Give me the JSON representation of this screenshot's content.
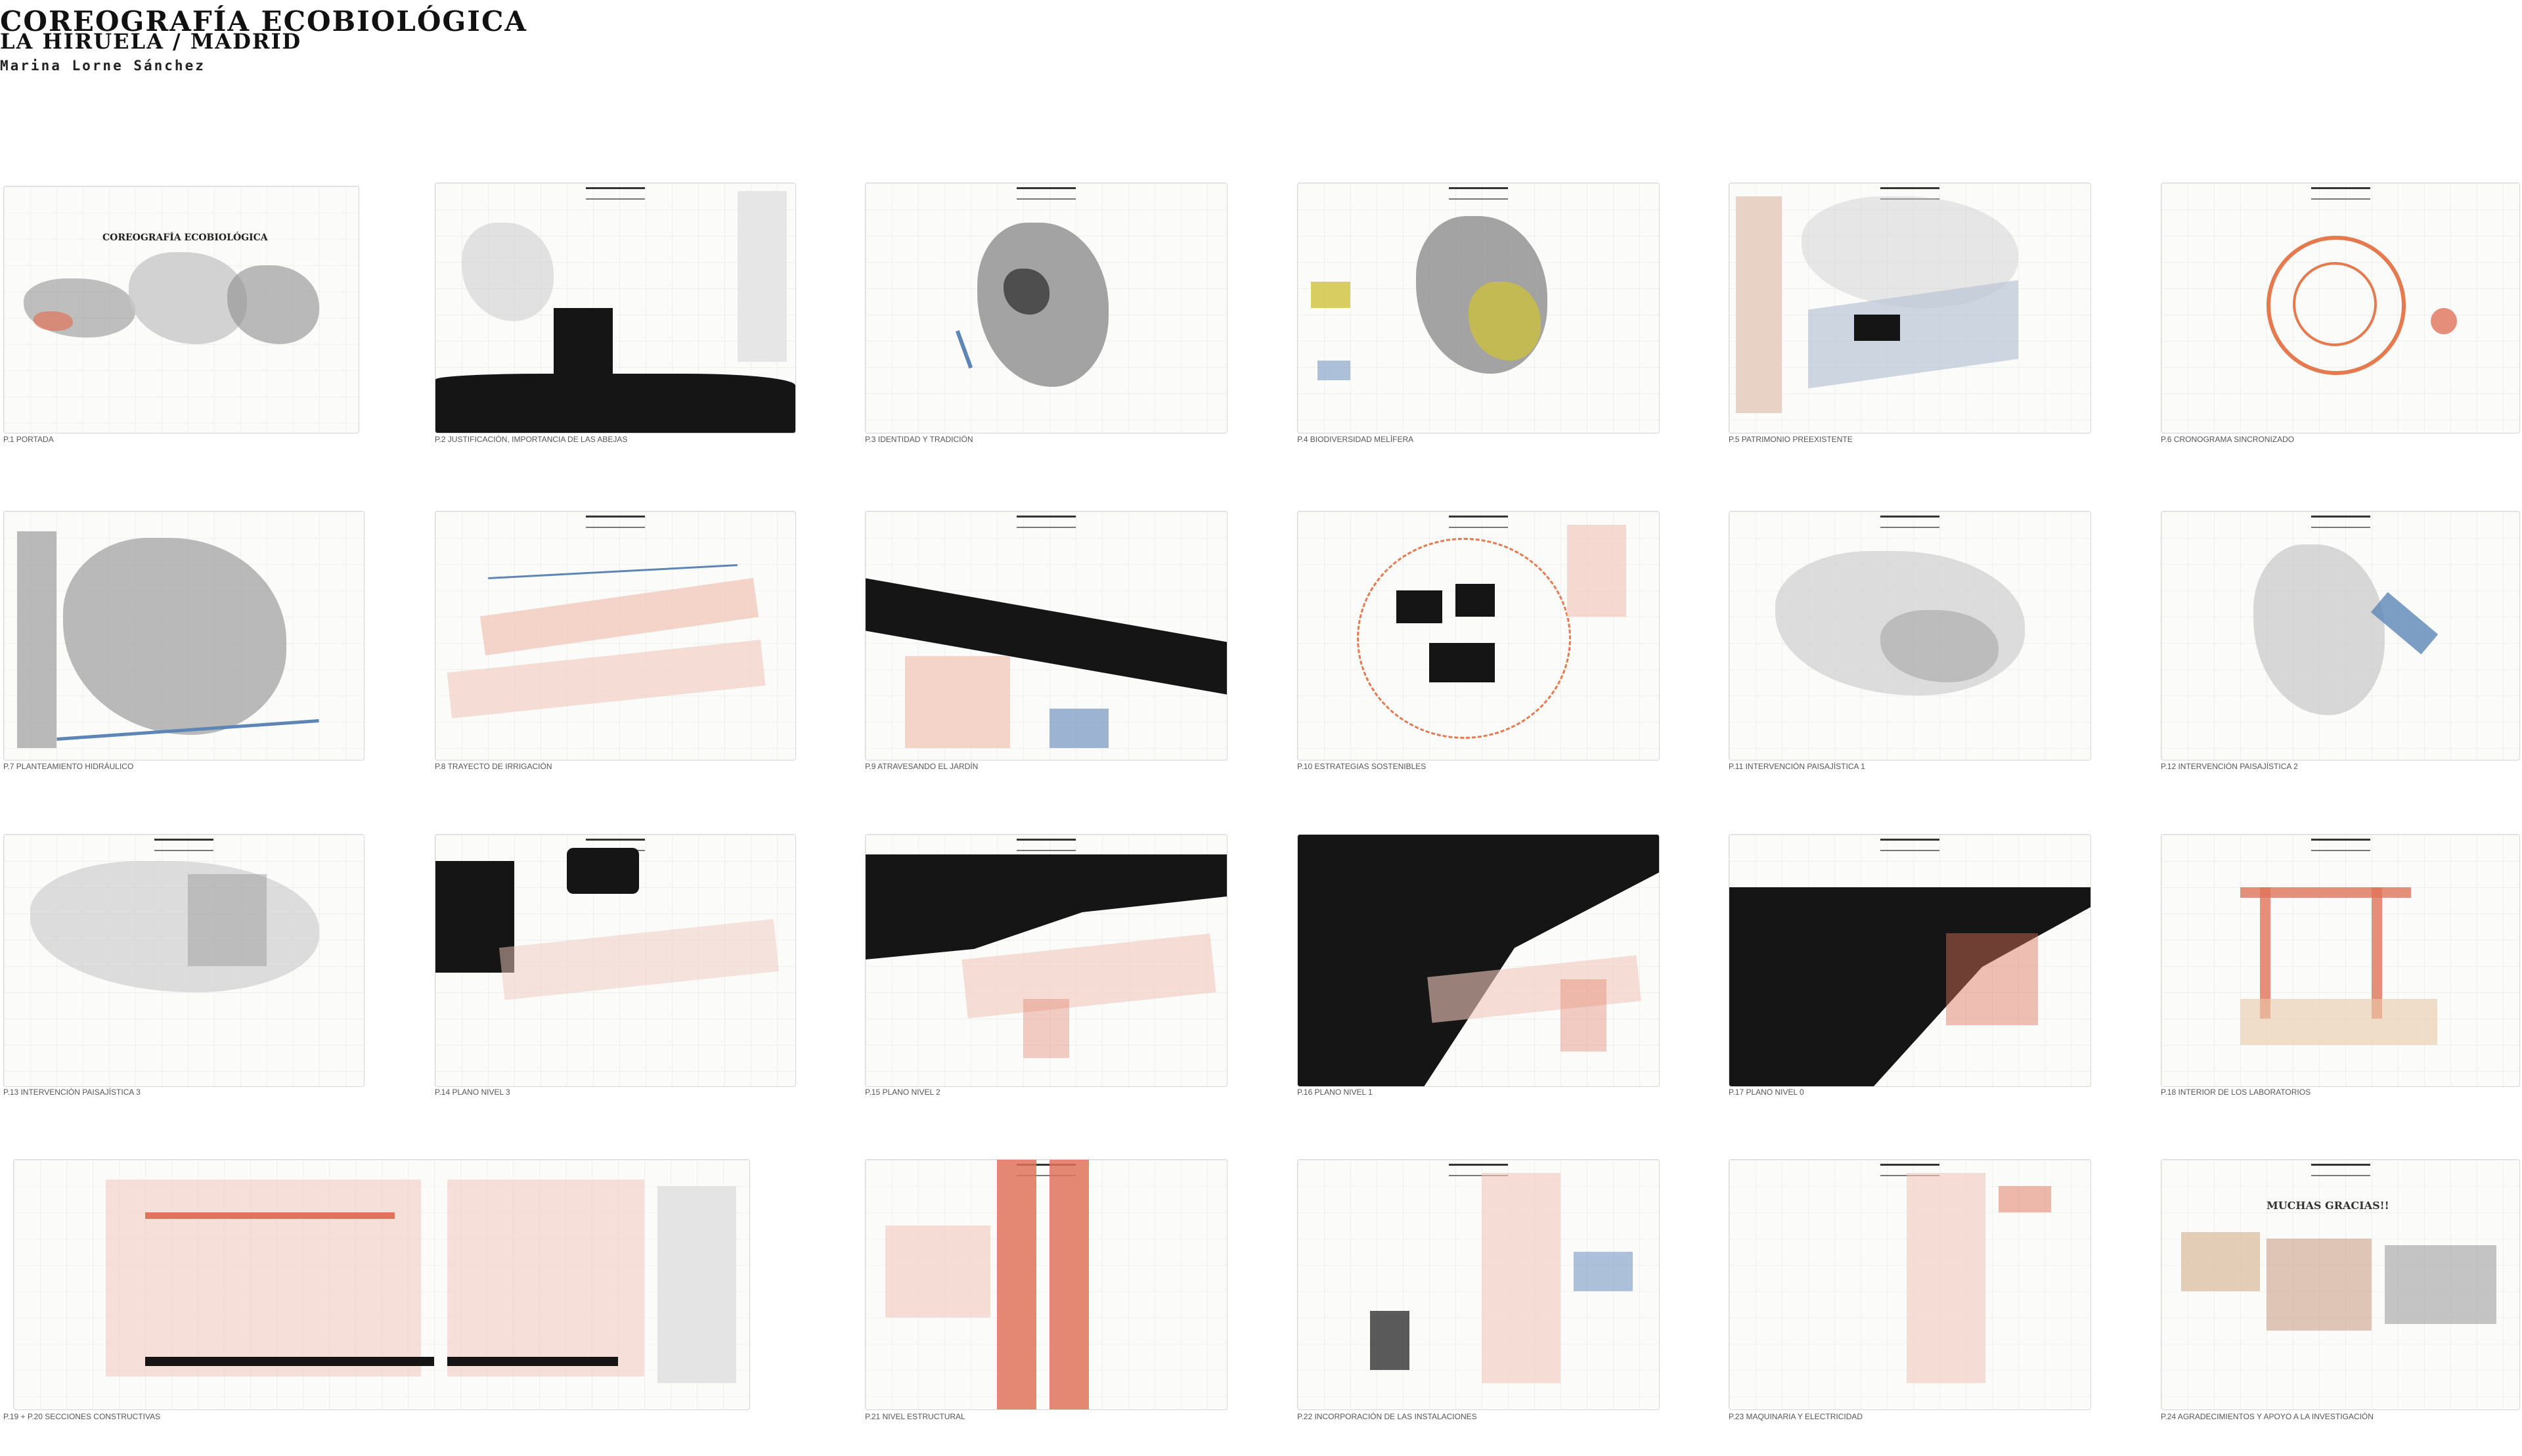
{
  "header": {
    "line1": "COREOGRAFÍA ECOBIOLÓGICA",
    "line2": "LA HIRUELA / MADRID",
    "author": "Marina Lorne Sánchez"
  },
  "panels": [
    "P.1 PORTADA",
    "P.2 JUSTIFICACIÓN, IMPORTANCIA DE LAS ABEJAS",
    "P.3 IDENTIDAD Y TRADICIÓN",
    "P.4  BIODIVERSIDAD MELÍFERA",
    "P.5 PATRIMONIO PREEXISTENTE",
    "P.6 CRONOGRAMA SINCRONIZADO",
    "P.7 PLANTEAMIENTO HIDRÁULICO",
    "P.8 TRAYECTO DE IRRIGACIÓN",
    "P.9 ATRAVESANDO EL JARDÍN",
    "P.10 ESTRATEGIAS SOSTENIBLES",
    "P.11 INTERVENCIÓN PAISAJÍSTICA 1",
    "P.12 INTERVENCIÓN PAISAJÍSTICA 2",
    "P.13 INTERVENCIÓN PAISAJÍSTICA 3",
    "P.14 PLANO NIVEL 3",
    "P.15 PLANO NIVEL 2",
    "P.16 PLANO NIVEL 1",
    "P.17 PLANO NIVEL 0",
    "P.18 INTERIOR DE LOS LABORATORIOS",
    "P.19 + P.20 SECCIONES CONSTRUCTIVAS",
    "P.21 NIVEL ESTRUCTURAL",
    "P.22 INCORPORACIÓN DE LAS INSTALACIONES",
    "P.23 MAQUINARIA Y ELECTRICIDAD",
    "P.24 AGRADECIMIENTOS Y APOYO A LA INVESTIGACIÓN"
  ],
  "cover_text": "COREOGRAFÍA ECOBIOLÓGICA",
  "final_banner": "MUCHAS GRACIAS!!"
}
